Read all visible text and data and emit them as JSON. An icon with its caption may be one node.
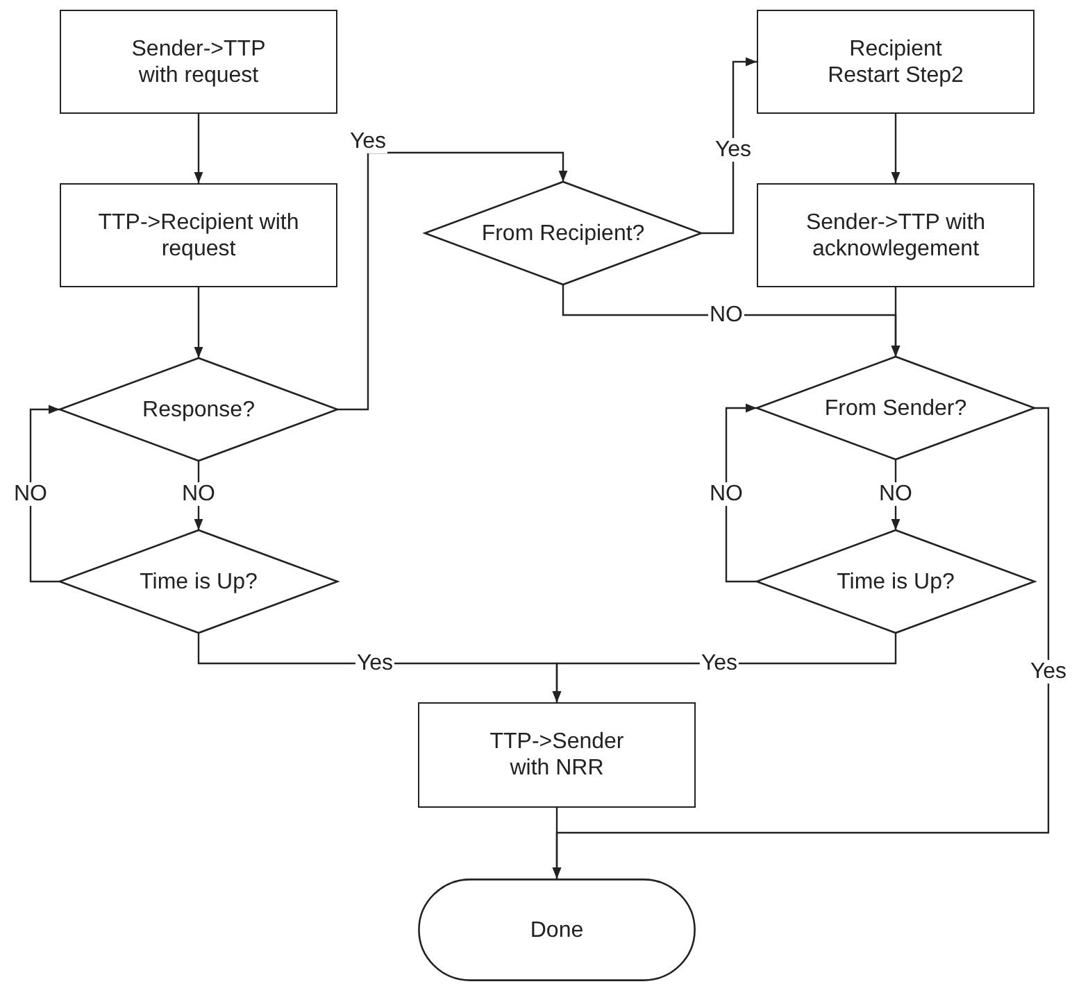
{
  "diagram": {
    "nodes": [
      {
        "text": [
          "Sender->TTP with request"
        ]
      },
      {
        "text": [
          "Recipient Restart Step2"
        ]
      },
      {
        "text": [
          "TTP->Recipient with request"
        ]
      },
      {
        "text": [
          "From Recipient?"
        ]
      },
      {
        "text": [
          "Sender->TTP with acknowlegement"
        ]
      },
      {
        "text": [
          "Response?"
        ]
      },
      {
        "text": [
          "From Sender?"
        ]
      },
      {
        "text": [
          "Time is Up?"
        ]
      },
      {
        "text": [
          "Time is Up?"
        ]
      },
      {
        "text": [
          "TTP->Sender with NRR"
        ]
      },
      {
        "text": [
          "Done"
        ]
      }
    ],
    "edges": [
      {
        "from": 0,
        "to": 2,
        "arrow": "to"
      },
      {
        "from": 2,
        "to": 5,
        "arrow": "to"
      },
      {
        "from": 5,
        "to": 3,
        "arrow": "to",
        "label": "Yes"
      },
      {
        "from": 3,
        "to": 1,
        "arrow": "to",
        "label": "Yes"
      },
      {
        "from": 1,
        "to": 4,
        "arrow": "to"
      },
      {
        "from": 3,
        "to": 6,
        "arrow": "to",
        "label": "NO"
      },
      {
        "from": 4,
        "to": 6,
        "arrow": "to"
      },
      {
        "from": 5,
        "to": 7,
        "arrow": "to",
        "label": "NO"
      },
      {
        "from": 7,
        "to": 5,
        "arrow": "to",
        "label": "NO"
      },
      {
        "from": 6,
        "to": 8,
        "arrow": "to",
        "label": "NO"
      },
      {
        "from": 8,
        "to": 6,
        "arrow": "to",
        "label": "NO"
      },
      {
        "from": 7,
        "to": 9,
        "arrow": "to",
        "label": "Yes"
      },
      {
        "from": 8,
        "to": 9,
        "arrow": "to",
        "label": "Yes"
      },
      {
        "from": 6,
        "to": 10,
        "arrow": "to",
        "label": "Yes"
      },
      {
        "from": 9,
        "to": 10,
        "arrow": "to"
      }
    ]
  }
}
